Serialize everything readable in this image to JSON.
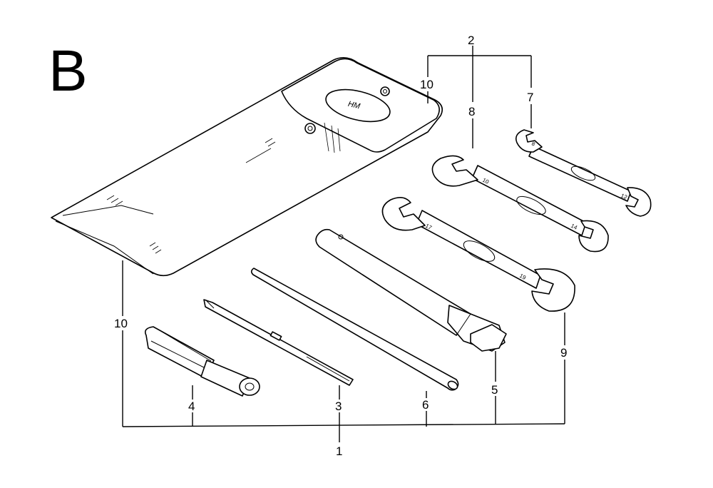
{
  "section_letter": "B",
  "brand_mark": "HM",
  "wrench_size_marks": {
    "wrench_7": [
      "8",
      "12"
    ],
    "wrench_8": [
      "10",
      "14"
    ],
    "wrench_9": [
      "17",
      "19"
    ]
  },
  "callouts": {
    "c1": "1",
    "c2": "2",
    "c3": "3",
    "c4": "4",
    "c5": "5",
    "c6": "6",
    "c7": "7",
    "c8": "8",
    "c9": "9",
    "c10_top": "10",
    "c10_left": "10"
  }
}
